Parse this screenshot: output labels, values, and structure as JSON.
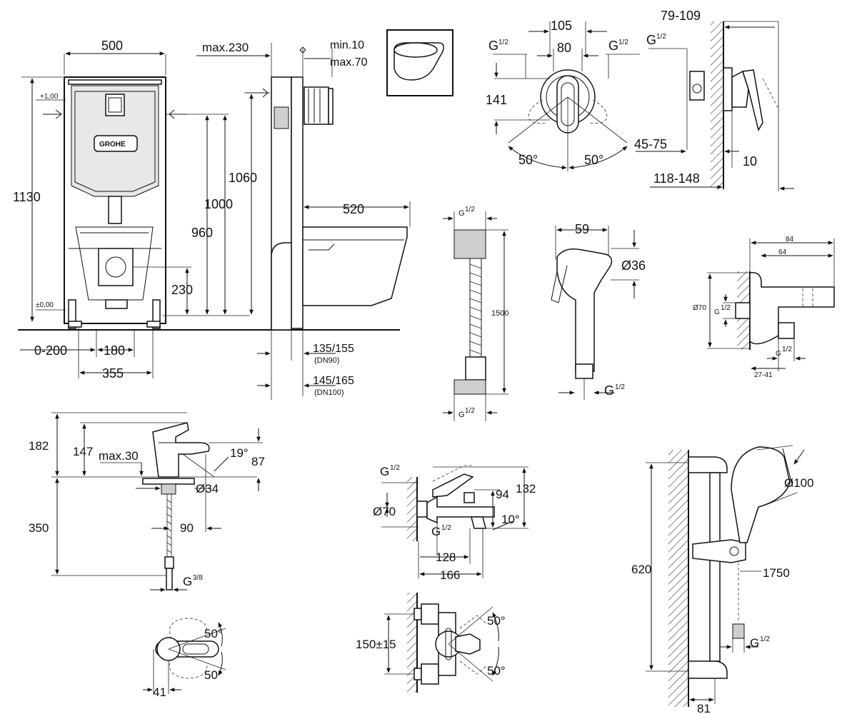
{
  "frame": {
    "width_label": "500",
    "height_label": "1130",
    "plus_label": "+1,00",
    "zero_label": "±0,00",
    "brand": "GROHE",
    "h_1000": "1000",
    "h_960": "960",
    "h_230": "230",
    "w_0_200": "0-200",
    "w_180": "180",
    "w_355": "355"
  },
  "side_view": {
    "max_230": "max.230",
    "min_10": "min.10",
    "max_70": "max.70",
    "h_1060": "1060",
    "w_520": "520",
    "d_135_155": "135/155",
    "dn90": "(DN90)",
    "d_145_165": "145/165",
    "dn100": "(DN100)"
  },
  "shower_mixer": {
    "g_left": "G",
    "g_right": "G",
    "frac": "1/2",
    "w_105": "105",
    "w_80": "80",
    "h_141": "141",
    "angle_left": "50°",
    "angle_right": "50°"
  },
  "mixer_side": {
    "d_79_109": "79-109",
    "g": "G",
    "frac": "1/2",
    "d_45_75": "45-75",
    "d_10": "10",
    "d_118_148": "118-148"
  },
  "hose": {
    "g_top": "G",
    "g_bottom": "G",
    "frac": "1/2",
    "length": "1500"
  },
  "hand_shower": {
    "w_59": "59",
    "dia_36": "Ø36",
    "g": "G",
    "frac": "1/2"
  },
  "wall_connector": {
    "w_84": "84",
    "w_64": "64",
    "dia_70": "Ø70",
    "g_left": "G",
    "g_bottom": "G",
    "frac": "1/2",
    "w_27_41": "27-41"
  },
  "basin_mixer": {
    "h_182": "182",
    "h_147": "147",
    "max_30": "max.30",
    "angle_19": "19°",
    "h_87": "87",
    "dia_34": "Ø34",
    "h_350": "350",
    "w_90": "90",
    "g": "G",
    "frac": "3/8"
  },
  "basin_top": {
    "angle_top": "50°",
    "angle_bottom": "50°",
    "w_41": "41"
  },
  "bath_mixer": {
    "g_top": "G",
    "g_mid": "G",
    "frac": "1/2",
    "dia_70": "Ø70",
    "h_94": "94",
    "h_132": "132",
    "angle_10": "10°",
    "w_128": "128",
    "w_166": "166"
  },
  "bath_top": {
    "w_150": "150±15",
    "angle_top": "50°",
    "angle_bottom": "50°"
  },
  "shower_rail": {
    "h_620": "620",
    "dia_100": "Ø100",
    "hose_1750": "1750",
    "g": "G",
    "frac": "1/2",
    "w_81": "81"
  }
}
